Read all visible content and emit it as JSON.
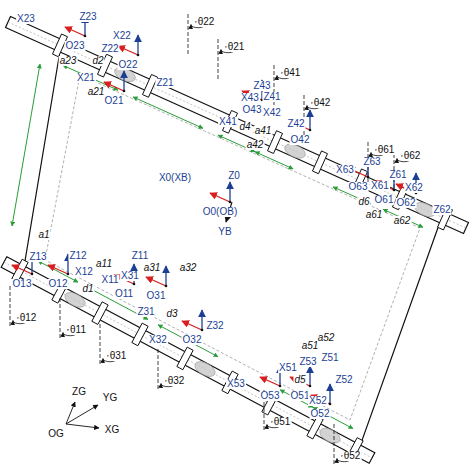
{
  "diagram": {
    "labels": [
      "X23",
      "Z23",
      "θ22",
      "X22",
      "Z22",
      "O23",
      "a23",
      "d2",
      "O22",
      "θ21",
      "X21",
      "a21",
      "O21",
      "Z21",
      "Z43",
      "θ41",
      "X43",
      "Z41",
      "O43",
      "X41",
      "X42",
      "d4",
      "a41",
      "Z42",
      "θ42",
      "O42",
      "a42",
      "θ61",
      "θ62",
      "Z63",
      "X63",
      "Z61",
      "O63",
      "X61",
      "X62",
      "O61",
      "O62",
      "d6",
      "a61",
      "a62",
      "Z62",
      "X0(XB)",
      "Z0",
      "O0(OB)",
      "YB",
      "a1",
      "Z13",
      "Z12",
      "Z11",
      "a11",
      "a31",
      "a32",
      "X12",
      "X11",
      "X31",
      "O13",
      "O12",
      "d1",
      "O11",
      "O31",
      "Z31",
      "d3",
      "θ12",
      "Z32",
      "θ11",
      "X32",
      "O32",
      "θ31",
      "θ32",
      "a52",
      "a51",
      "Z51",
      "Z53",
      "X51",
      "Z52",
      "d5",
      "X53",
      "O53",
      "O51",
      "X52",
      "O52",
      "θ51",
      "θ52",
      "ZG",
      "YG",
      "OG",
      "XG"
    ]
  }
}
